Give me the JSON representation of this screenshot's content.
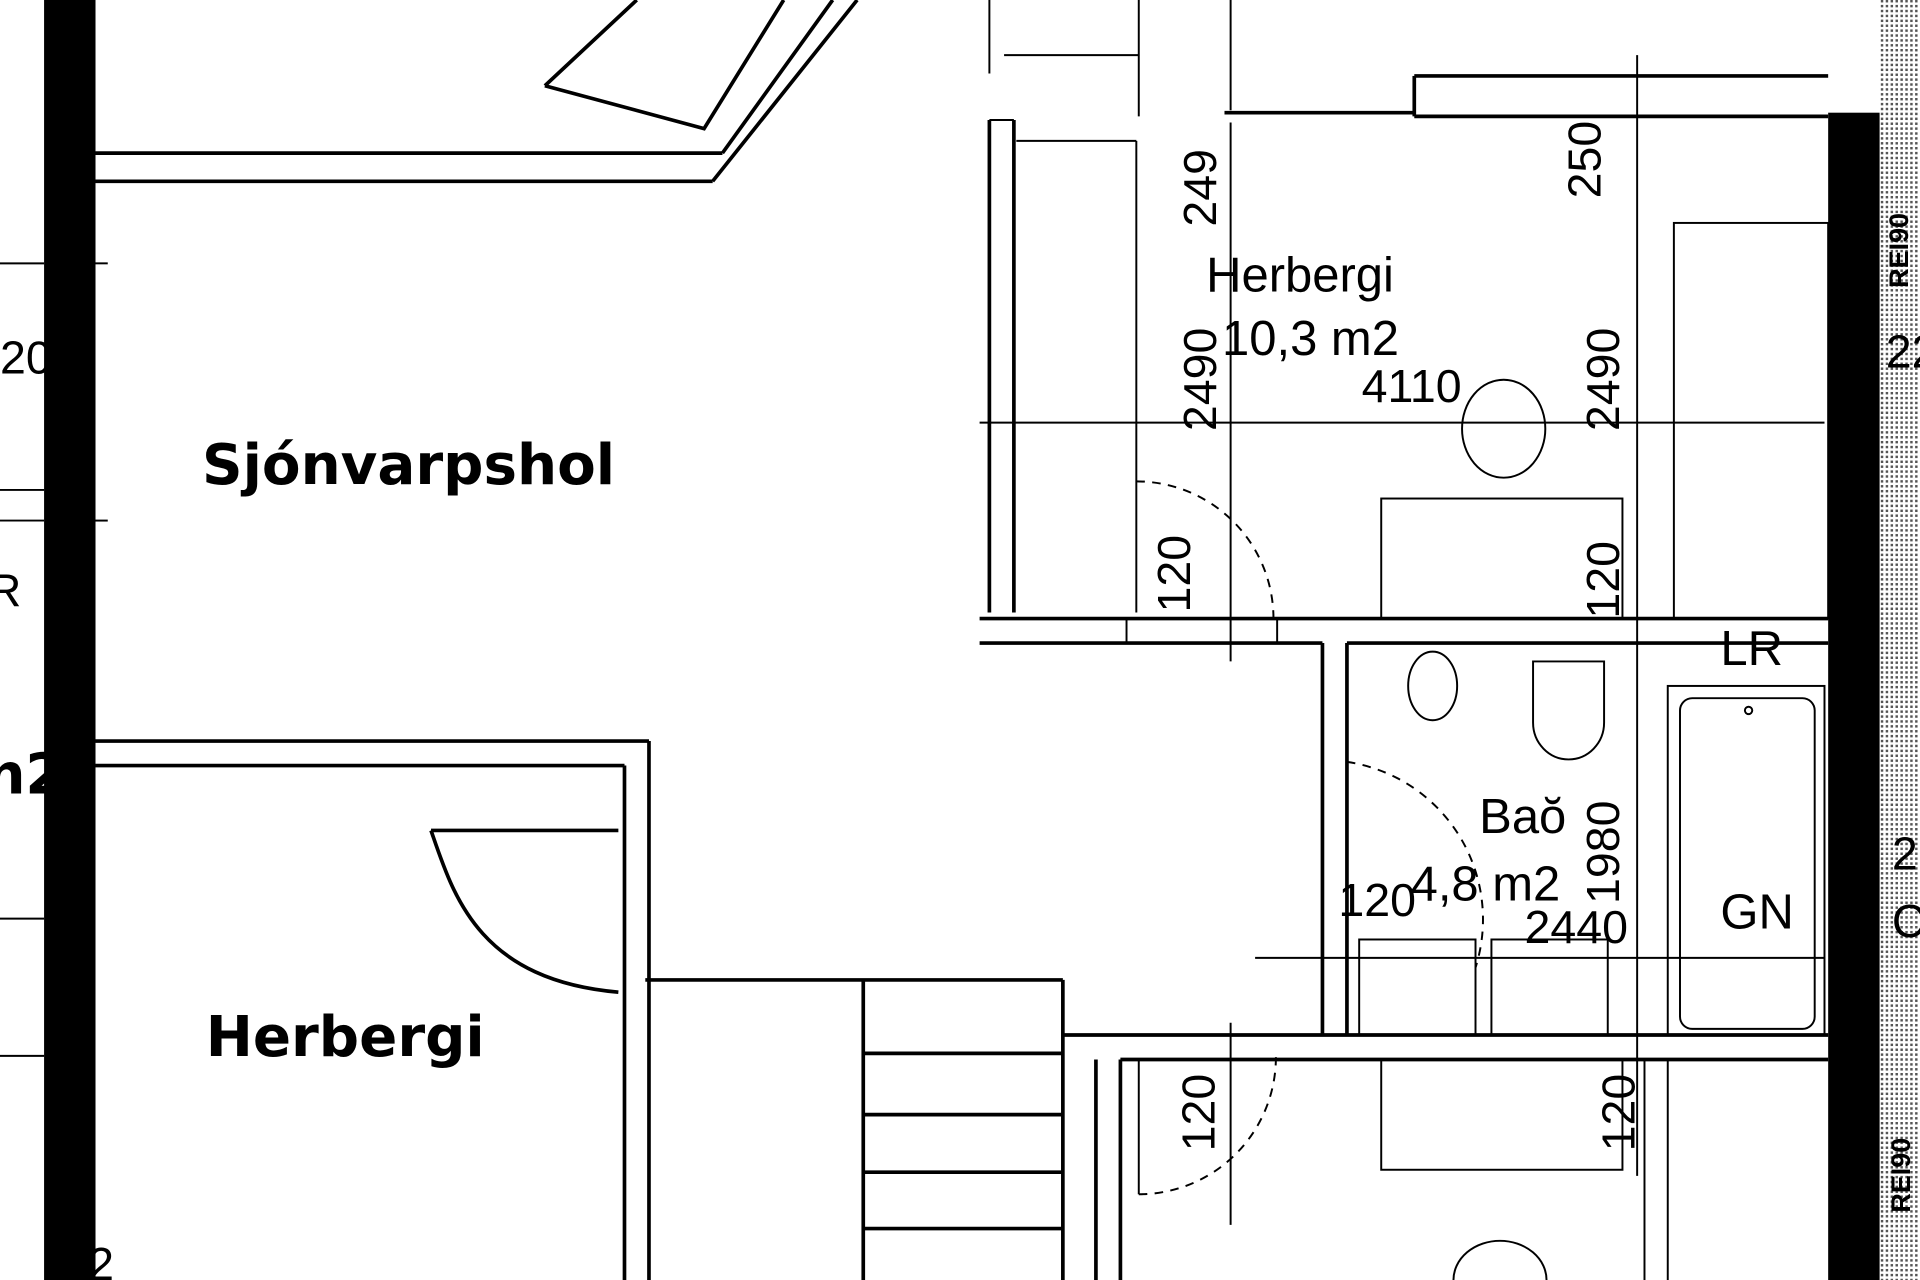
{
  "rooms": {
    "tv_room": {
      "name": "Sjónvarpshol"
    },
    "bedroom_left": {
      "name": "Herbergi"
    },
    "bedroom_right": {
      "name": "Herbergi",
      "area": "10,3 m2",
      "width": "4110",
      "height_left": "2490",
      "height_right": "2490",
      "top_left": "249",
      "top_right": "250",
      "door_left": "120",
      "door_right": "120"
    },
    "bath": {
      "name": "Baŏ",
      "area": "4,8 m2",
      "width": "2440",
      "height": "1980",
      "door": "120",
      "tub_label": "GN"
    },
    "lower_room": {
      "dim_left": "120",
      "dim_right": "120"
    }
  },
  "annotations": {
    "lr": "LR",
    "wall_rating": "REI90",
    "wall_rating_top": "REI90",
    "edge_left_1": "20",
    "edge_left_2": "R",
    "edge_left_3": "n2",
    "edge_left_4": "2",
    "edge_right_1": "22",
    "edge_right_2": "2",
    "edge_right_3": "C"
  }
}
